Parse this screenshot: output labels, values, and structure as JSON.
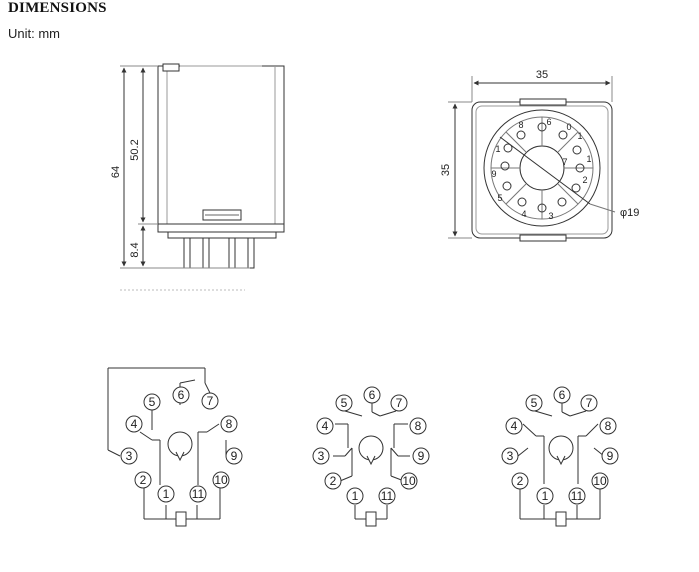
{
  "header": {
    "title": "DIMENSIONS",
    "unit": "Unit: mm"
  },
  "side_view": {
    "dim_total": "64",
    "dim_body": "50.2",
    "dim_pins": "8.4"
  },
  "bottom_view": {
    "dim_width": "35",
    "dim_height": "35",
    "dim_diameter": "φ19",
    "socket_pins": [
      "8",
      "6",
      "0",
      "1",
      "1",
      "2",
      "3",
      "4",
      "5",
      "9",
      "7",
      "1"
    ]
  },
  "diagrams": [
    {
      "pins": [
        "1",
        "2",
        "3",
        "4",
        "5",
        "6",
        "7",
        "8",
        "9",
        "10",
        "11"
      ]
    },
    {
      "pins": [
        "1",
        "2",
        "3",
        "4",
        "5",
        "6",
        "7",
        "8",
        "9",
        "10",
        "11"
      ]
    },
    {
      "pins": [
        "1",
        "2",
        "3",
        "4",
        "5",
        "6",
        "7",
        "8",
        "9",
        "10",
        "11"
      ]
    }
  ]
}
